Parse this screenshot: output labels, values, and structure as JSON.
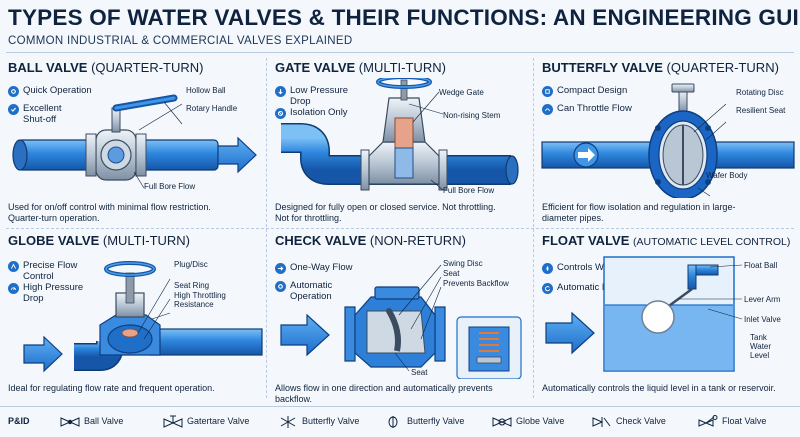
{
  "title": "TYPES OF WATER VALVES & THEIR FUNCTIONS: AN ENGINEERING GUIDE",
  "subtitle": "COMMON INDUSTRIAL & COMMERCIAL VALVES EXPLAINED",
  "colors": {
    "pipe": "#2e86de",
    "pipe_dark": "#1556a8",
    "accent": "#1f6fc8",
    "body_steel": "#b9c6d4",
    "bg": "#f4f8fc"
  },
  "panels": {
    "ball": {
      "name": "BALL VALVE",
      "type": "(QUARTER-TURN)",
      "features": [
        {
          "icon": "gear-icon",
          "text": "Quick Operation"
        },
        {
          "icon": "check-icon",
          "text": "Excellent\nShut-off"
        }
      ],
      "callouts": [
        "Hollow Ball",
        "Rotary Handle",
        "Full Bore Flow"
      ],
      "description": "Used for on/off control with minimal flow restriction.\nQuarter-turn operation."
    },
    "gate": {
      "name": "GATE VALVE",
      "type": "(MULTI-TURN)",
      "features": [
        {
          "icon": "down-arrow-icon",
          "text": "Low Pressure\nDrop"
        },
        {
          "icon": "block-icon",
          "text": "Isolation Only"
        }
      ],
      "callouts": [
        "Wedge Gate",
        "Non-rising Stem",
        "Full Bore Flow"
      ],
      "description": "Designed for fully open or closed service. Not throttling.\nNot for throttling."
    },
    "butterfly": {
      "name": "BUTTERFLY VALVE",
      "type": "(QUARTER-TURN)",
      "features": [
        {
          "icon": "compact-icon",
          "text": "Compact Design"
        },
        {
          "icon": "throttle-icon",
          "text": "Can Throttle Flow"
        }
      ],
      "callouts": [
        "Rotating Disc",
        "Resilient Seat",
        "Wafer Body"
      ],
      "description": "Efficient for flow isolation and regulation in large-\ndiameter pipes."
    },
    "globe": {
      "name": "GLOBE VALVE",
      "type": "(MULTI-TURN)",
      "features": [
        {
          "icon": "precise-icon",
          "text": "Precise Flow\nControl"
        },
        {
          "icon": "gauge-icon",
          "text": "High Pressure\nDrop"
        }
      ],
      "callouts": [
        "Plug/Disc",
        "Seat Ring",
        "High Throttling\nResistance"
      ],
      "description": "Ideal for regulating flow rate and frequent operation."
    },
    "check": {
      "name": "CHECK VALVE",
      "type": "(NON-RETURN)",
      "features": [
        {
          "icon": "arrow-right-icon",
          "text": "One-Way Flow"
        },
        {
          "icon": "gear-icon",
          "text": "Automatic\nOperation"
        }
      ],
      "callouts": [
        "Swing Disc",
        "Seat",
        "Prevents Backflow",
        "Seat"
      ],
      "description": "Allows flow in one direction and automatically prevents backflow."
    },
    "float": {
      "name": "FLOAT VALVE",
      "type": "(AUTOMATIC LEVEL CONTROL)",
      "features": [
        {
          "icon": "drop-icon",
          "text": "Controls Water Level"
        },
        {
          "icon": "refresh-icon",
          "text": "Automatic Fills"
        }
      ],
      "callouts": [
        "Float Ball",
        "Lever Arm",
        "Inlet Valve",
        "Tank\nWater\nLevel"
      ],
      "description": "Automatically controls the liquid level in a tank or reservoir."
    }
  },
  "legend": {
    "label": "P&ID",
    "items": [
      "Ball Valve",
      "Gatertare Valve",
      "Butterfly Valve",
      "Butterfly Valve",
      "Globe Valve",
      "Check Valve",
      "Float Valve"
    ]
  }
}
